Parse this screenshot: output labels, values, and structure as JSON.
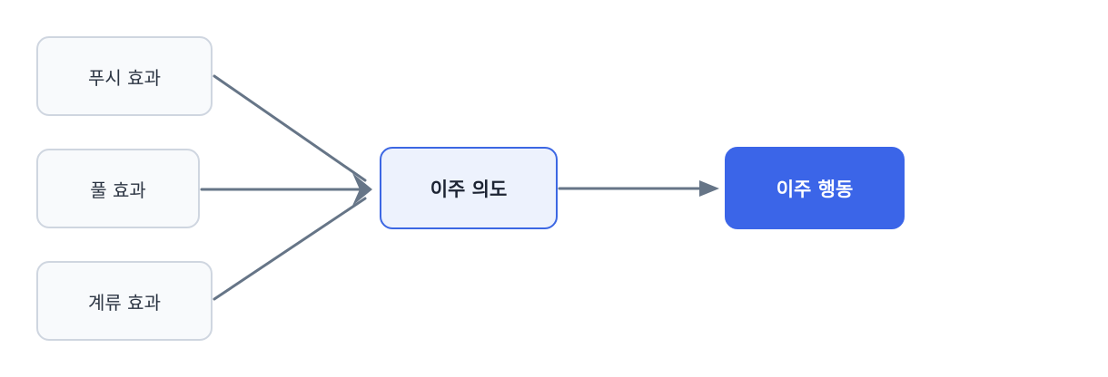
{
  "diagram": {
    "nodes": {
      "push": "푸시 효과",
      "pull": "풀 효과",
      "stay": "계류 효과",
      "intent": "이주 의도",
      "behavior": "이주 행동"
    },
    "colors": {
      "edge": "#667587",
      "factor_border": "#cfd6e0",
      "factor_fill": "#f8fafc",
      "intent_border": "#3c67e3",
      "intent_fill": "#edf2fd",
      "behavior_fill": "#3b65e8"
    }
  }
}
